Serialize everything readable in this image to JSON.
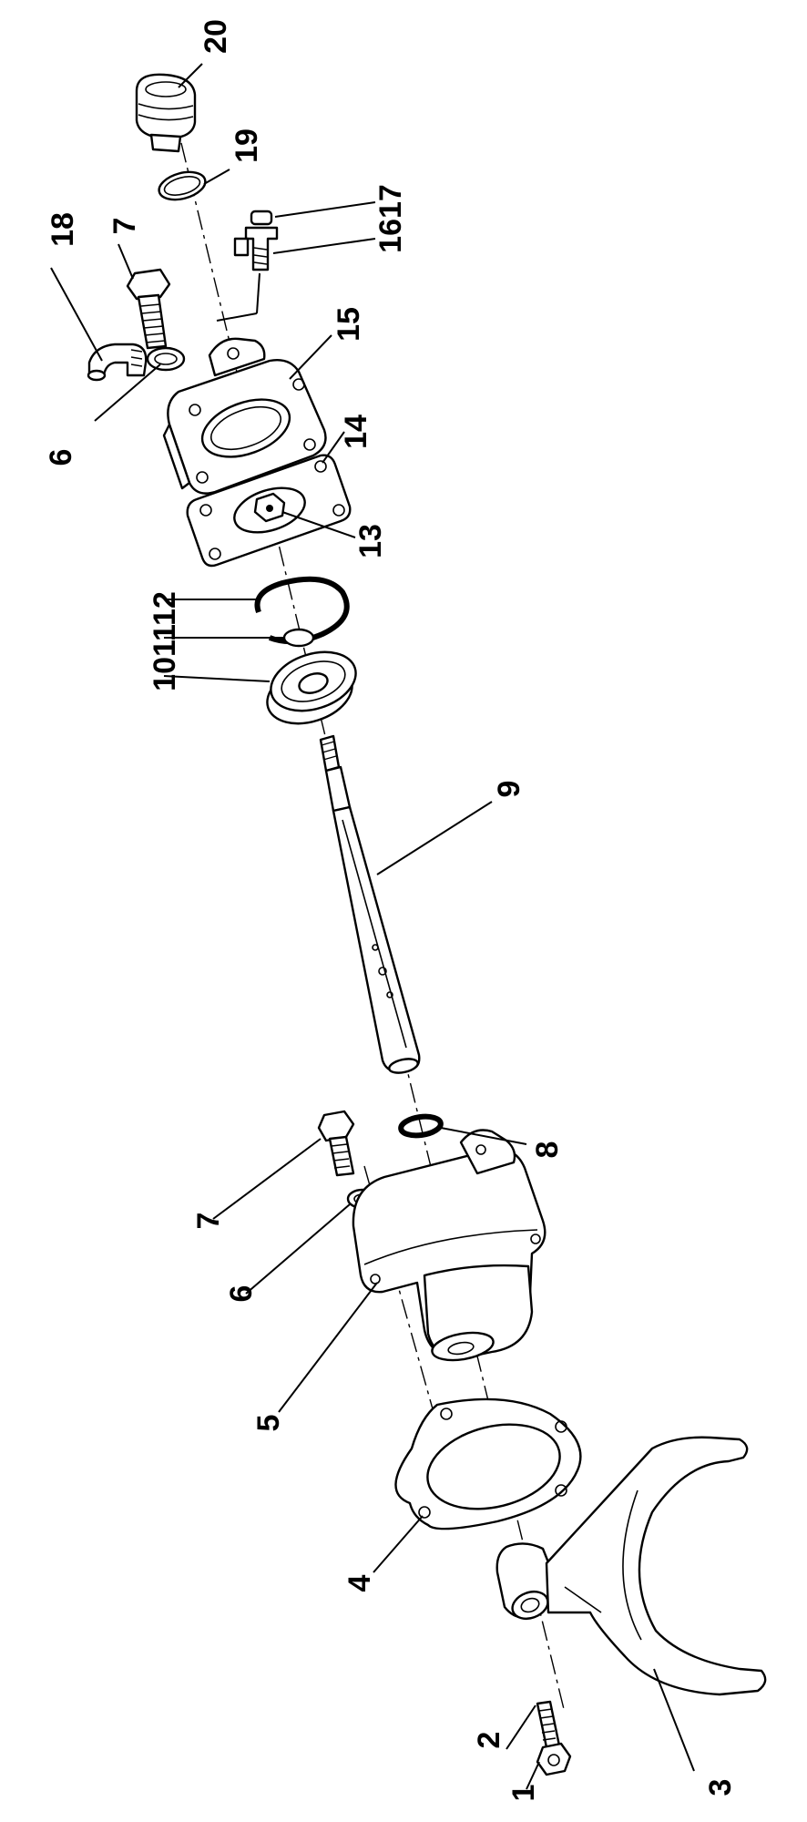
{
  "diagram": {
    "callouts": {
      "c1": "1",
      "c2": "2",
      "c3": "3",
      "c4": "4",
      "c5": "5",
      "c6a": "6",
      "c7a": "7",
      "c8": "8",
      "c9": "9",
      "c101112": "101112",
      "c13": "13",
      "c14": "14",
      "c15": "15",
      "c6b": "6",
      "c7b": "7",
      "c18": "18",
      "c1617": "1617",
      "c19": "19",
      "c20": "20"
    }
  }
}
